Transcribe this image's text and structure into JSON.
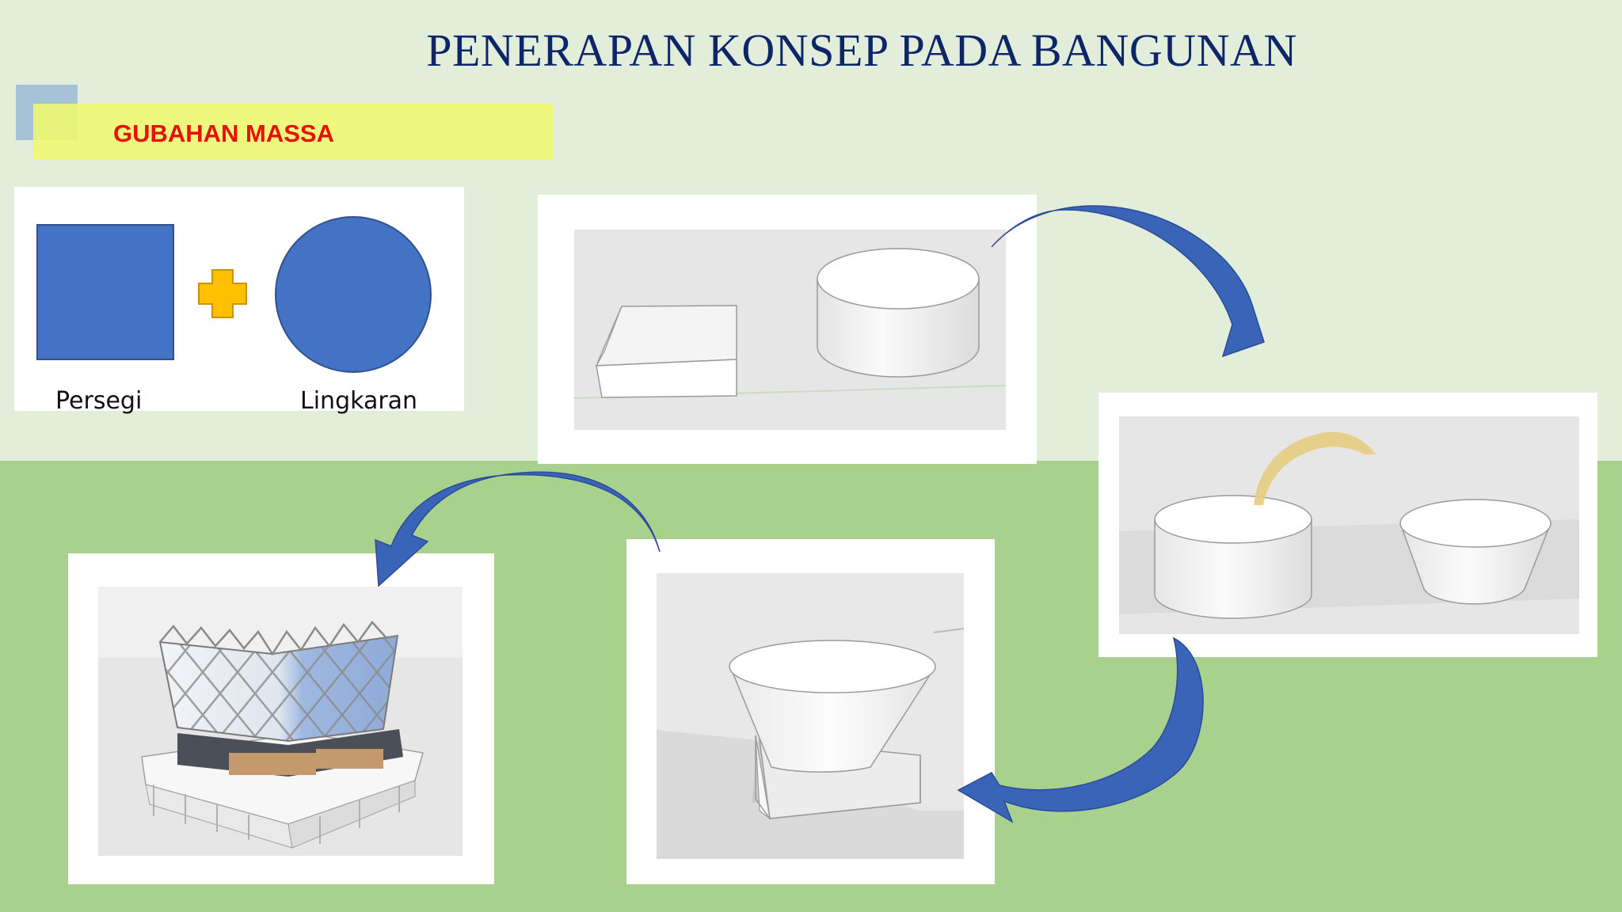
{
  "slide": {
    "title": "PENERAPAN KONSEP PADA BANGUNAN",
    "section_label": "GUBAHAN MASSA"
  },
  "shapes": {
    "square_label": "Persegi",
    "circle_label": "Lingkaran",
    "combine_symbol": "plus"
  },
  "colors": {
    "title": "#0d2569",
    "section_label": "#e3120c",
    "shape_fill": "#4472c4",
    "plus_fill": "#ffc000",
    "arrow_fill": "#3a64b8",
    "background_top": "#e2eeda",
    "background_bottom": "#a9d18e"
  },
  "steps": [
    {
      "name": "box-and-cylinder"
    },
    {
      "name": "cylinder-to-cone"
    },
    {
      "name": "cone-on-box"
    },
    {
      "name": "final-building-render"
    }
  ]
}
